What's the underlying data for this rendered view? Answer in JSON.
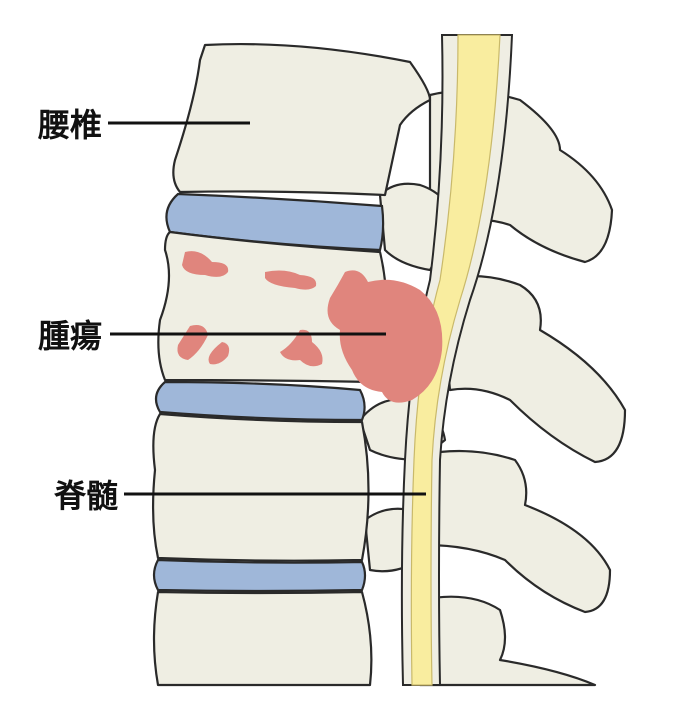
{
  "labels": {
    "lumbar": "腰椎",
    "tumor": "腫瘍",
    "spinal_cord": "脊髄"
  },
  "colors": {
    "bone": "#efeee3",
    "disc": "#9fb7d9",
    "tumor": "#e0857d",
    "spinal_cord": "#f9ed9f",
    "outline": "#2a2a2a"
  }
}
